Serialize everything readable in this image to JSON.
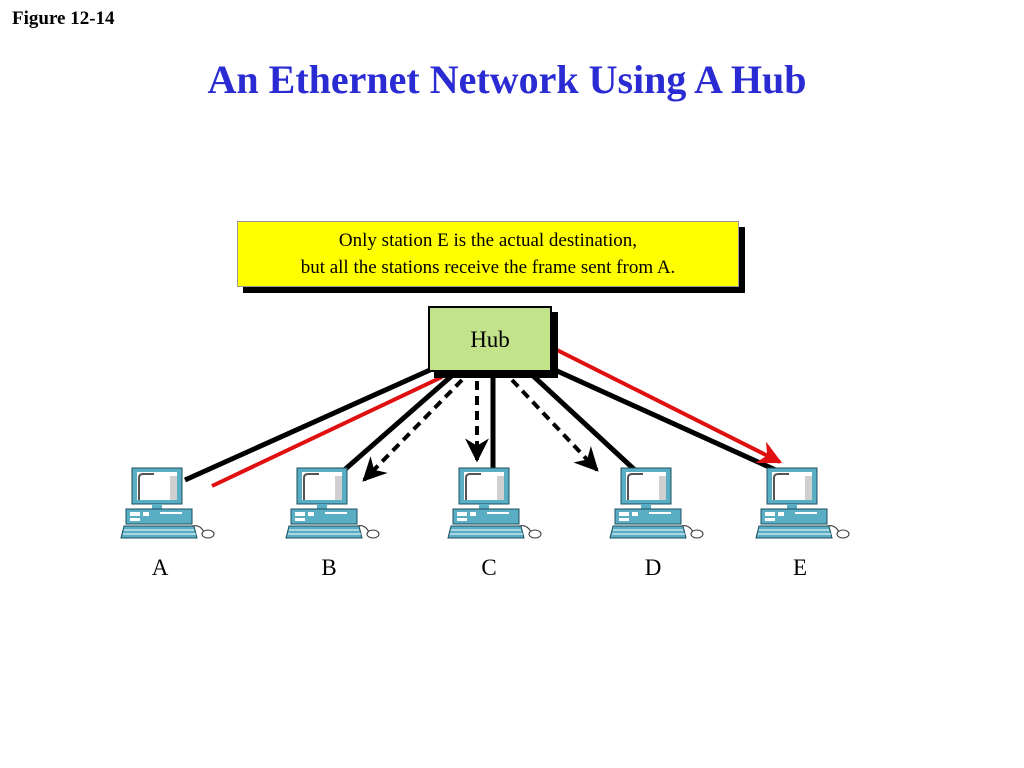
{
  "figure_label": "Figure 12-14",
  "title": "An Ethernet Network Using A Hub",
  "note": {
    "line1": "Only station E is the actual destination,",
    "line2": "but all the stations receive the frame sent from A."
  },
  "hub": {
    "label": "Hub"
  },
  "stations": [
    {
      "id": "A",
      "label": "A",
      "role": "sender"
    },
    {
      "id": "B",
      "label": "B",
      "role": "receiver"
    },
    {
      "id": "C",
      "label": "C",
      "role": "receiver"
    },
    {
      "id": "D",
      "label": "D",
      "role": "receiver"
    },
    {
      "id": "E",
      "label": "E",
      "role": "destination"
    }
  ],
  "colors": {
    "title": "#2b2bd3",
    "note_background": "#ffff00",
    "hub_fill": "#c2e38a",
    "frame_path": "#e01010",
    "cable": "#000000",
    "computer": "#5aaec4"
  }
}
